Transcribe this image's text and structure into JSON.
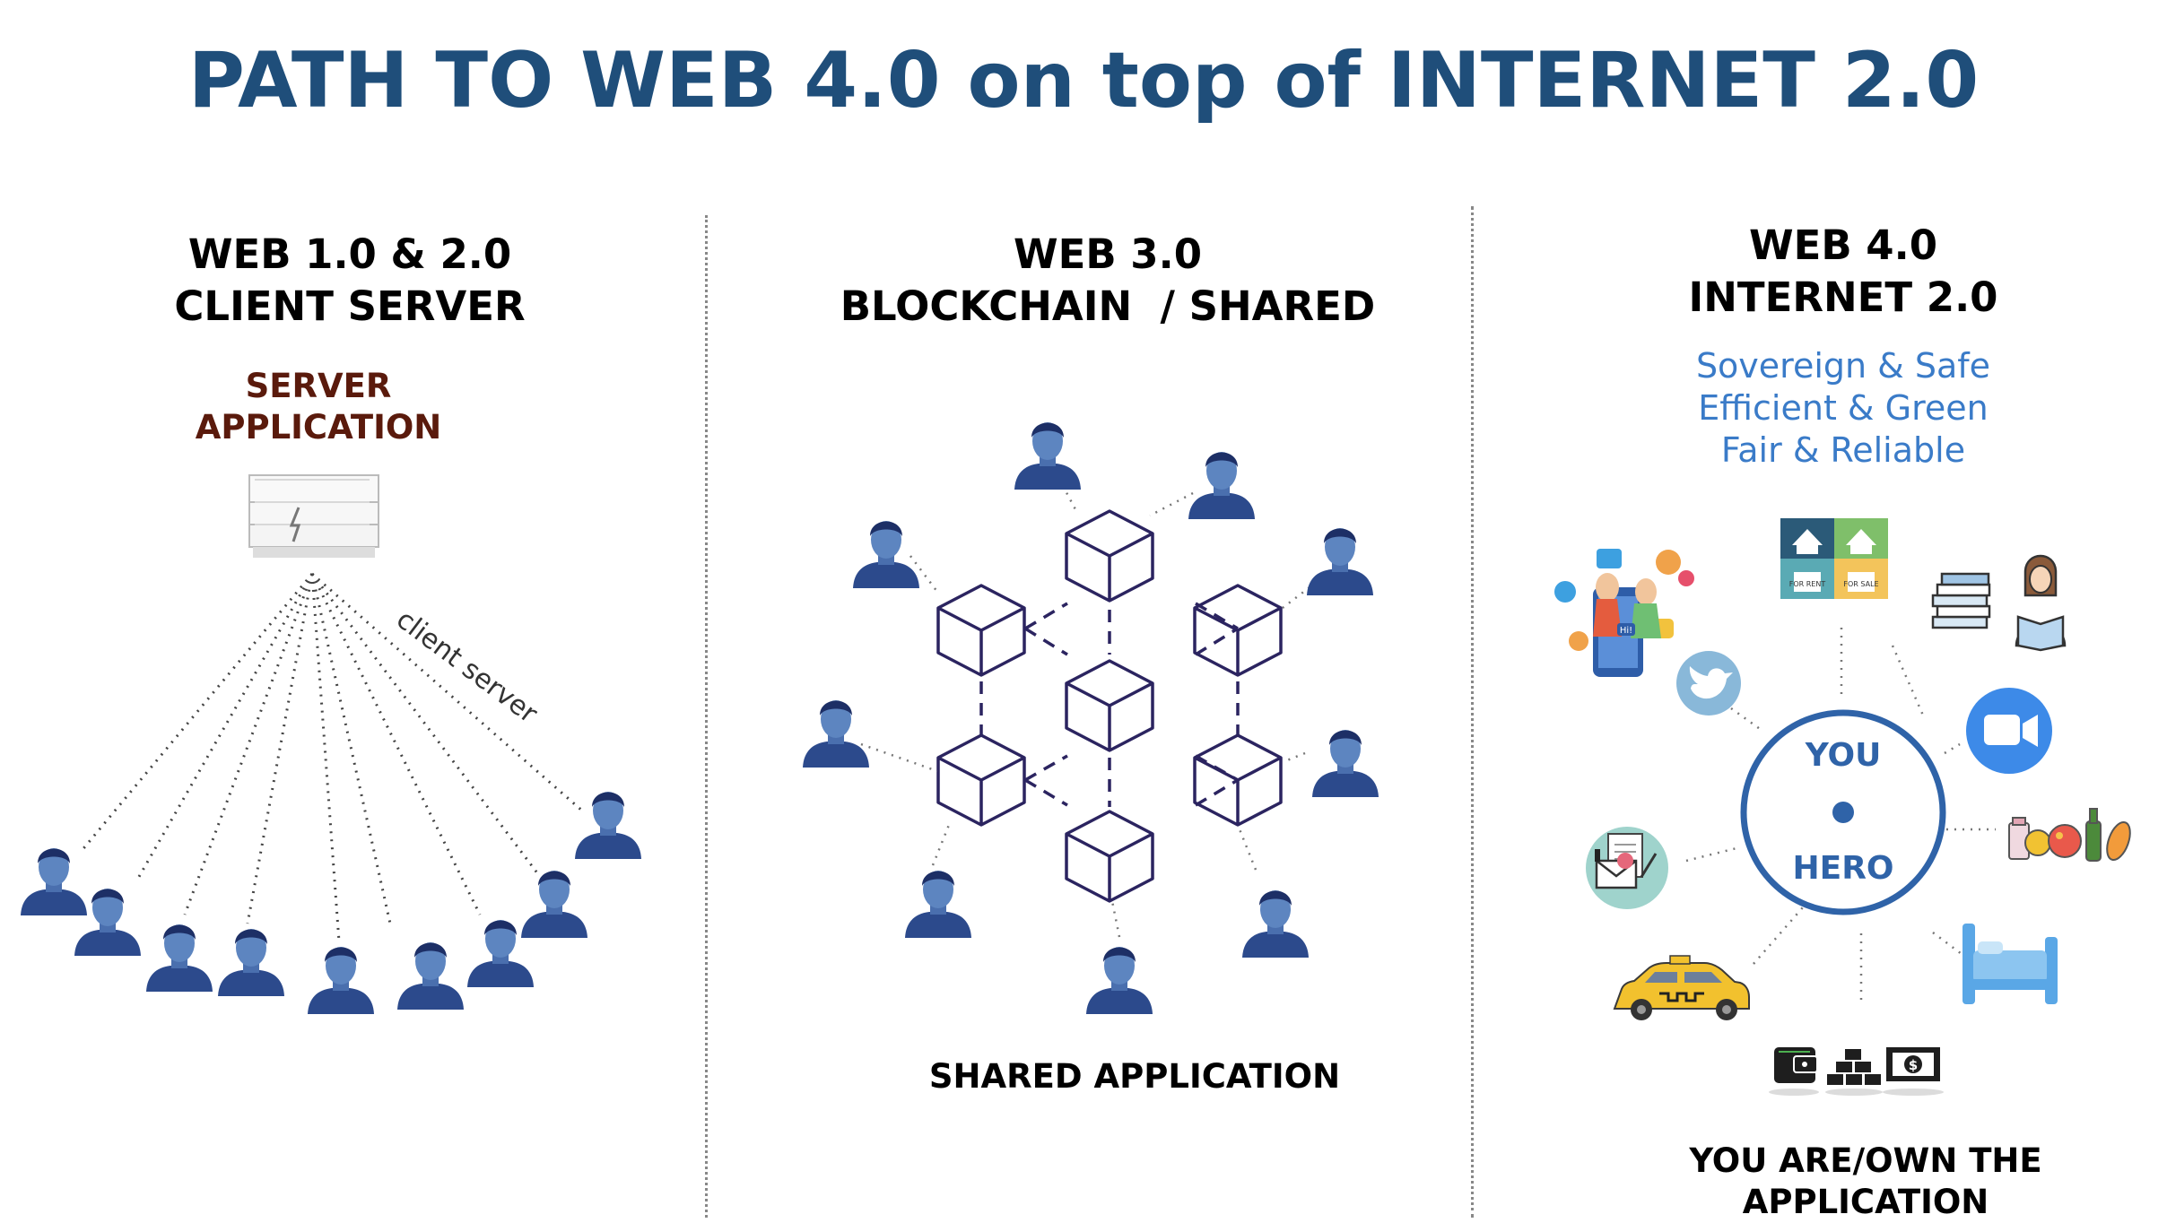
{
  "title": "PATH TO WEB 4.0 on top of INTERNET 2.0",
  "columns": [
    {
      "heading_line1": "WEB 1.0 & 2.0",
      "heading_line2": "CLIENT SERVER",
      "server_label_line1": "SERVER",
      "server_label_line2": "APPLICATION",
      "link_label": "client server"
    },
    {
      "heading_line1": "WEB 3.0",
      "heading_line2": "BLOCKCHAIN  / SHARED",
      "caption": "SHARED APPLICATION"
    },
    {
      "heading_line1": "WEB 4.0",
      "heading_line2": "INTERNET 2.0",
      "tagline1": "Sovereign & Safe",
      "tagline2": "Efficient & Green",
      "tagline3": "Fair & Reliable",
      "hub_top": "YOU",
      "hub_bottom": "HERO",
      "caption_line1": "YOU ARE/OWN THE",
      "caption_line2": "APPLICATION",
      "sign_rent": "FOR RENT",
      "sign_sale": "FOR SALE",
      "cash_symbol": "$",
      "chat_bubble": "Hi!"
    }
  ],
  "icons": [
    "server-icon",
    "user-icon",
    "blockchain-cube-icon",
    "house-icon",
    "reader-icon",
    "video-icon",
    "groceries-icon",
    "bed-icon",
    "wallet-icon",
    "gold-bars-icon",
    "cash-icon",
    "taxi-icon",
    "mail-icon",
    "twitter-bird-icon",
    "social-media-icon"
  ],
  "colors": {
    "title": "#1f4e7a",
    "server_label": "#5a1a0c",
    "tagline": "#3a7bc8",
    "user": "#2c4a8c",
    "cube": "#2b2460",
    "hub": "#2f63a8",
    "video": "#3d8ae8",
    "bed": "#5aa7e6",
    "taxi": "#f2c12e"
  }
}
